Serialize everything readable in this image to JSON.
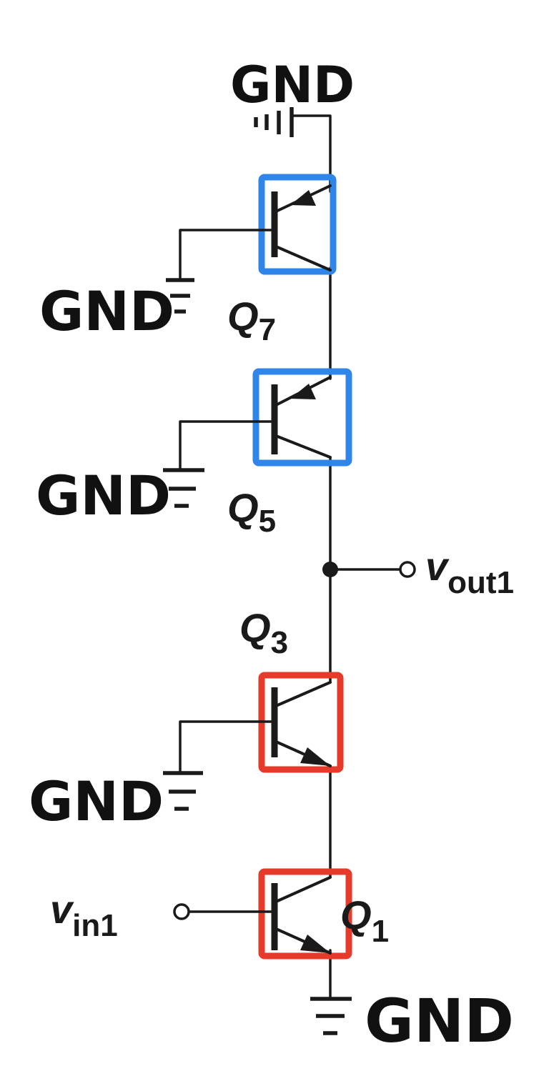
{
  "colors": {
    "pmos_highlight": "#2f86e8",
    "npn_highlight": "#e63a2a",
    "wire": "#1a1a1a"
  },
  "labels": {
    "gnd": "GND",
    "q7": {
      "main": "Q",
      "sub": "7"
    },
    "q5": {
      "main": "Q",
      "sub": "5"
    },
    "q3": {
      "main": "Q",
      "sub": "3"
    },
    "q1": {
      "main": "Q",
      "sub": "1"
    },
    "vout": {
      "main": "v",
      "sub": "out1"
    },
    "vin": {
      "main": "v",
      "sub": "in1"
    }
  },
  "components": {
    "transistors": [
      "Q7",
      "Q5",
      "Q3",
      "Q1"
    ],
    "highlight_groups": [
      {
        "color_key": "pmos_highlight",
        "members": [
          "Q7",
          "Q5"
        ]
      },
      {
        "color_key": "npn_highlight",
        "members": [
          "Q3",
          "Q1"
        ]
      }
    ]
  }
}
